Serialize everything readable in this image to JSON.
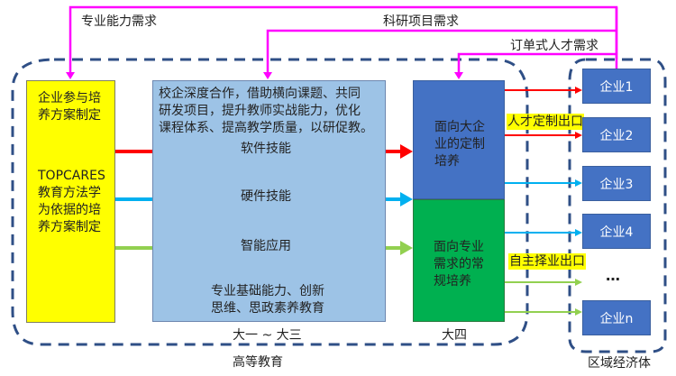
{
  "top_labels": {
    "professional": "专业能力需求",
    "research": "科研项目需求",
    "order": "订单式人才需求"
  },
  "yellow_box": {
    "line1": "企业参与培",
    "line2": "养方案制定",
    "line3": "TOPCARES",
    "line4": "教育方法学",
    "line5": "为依据的培",
    "line6": "养方案制定"
  },
  "blue_box": {
    "p1": "校企深度合作，借助横向课题、共同",
    "p2": "研发项目，提升教师实战能力，优化",
    "p3": "课程体系、提高教学质量，以研促教。",
    "arrow1": "软件技能",
    "arrow2": "硬件技能",
    "arrow3": "智能应用",
    "b1": "专业基础能力、创新",
    "b2": "思维、思政素养教育"
  },
  "senior_top": {
    "l1": "面向大企",
    "l2": "业的定制",
    "l3": "培养"
  },
  "senior_bottom": {
    "l1": "面向专业",
    "l2": "需求的常",
    "l3": "规培养"
  },
  "exits": {
    "custom": "人才定制出口",
    "free": "自主择业出口"
  },
  "enterprises": [
    "企业1",
    "企业2",
    "企业3",
    "企业4",
    "…",
    "企业n"
  ],
  "bottom_labels": {
    "years_1_3": "大一 ~ 大三",
    "year_4": "大四",
    "higher_ed": "高等教育",
    "regional": "区域经济体"
  },
  "colors": {
    "magenta": "#ff00ff",
    "red": "#ff0000",
    "cyan": "#00b0f0",
    "lightgreen": "#92d050",
    "dash": "#2f4f86"
  }
}
